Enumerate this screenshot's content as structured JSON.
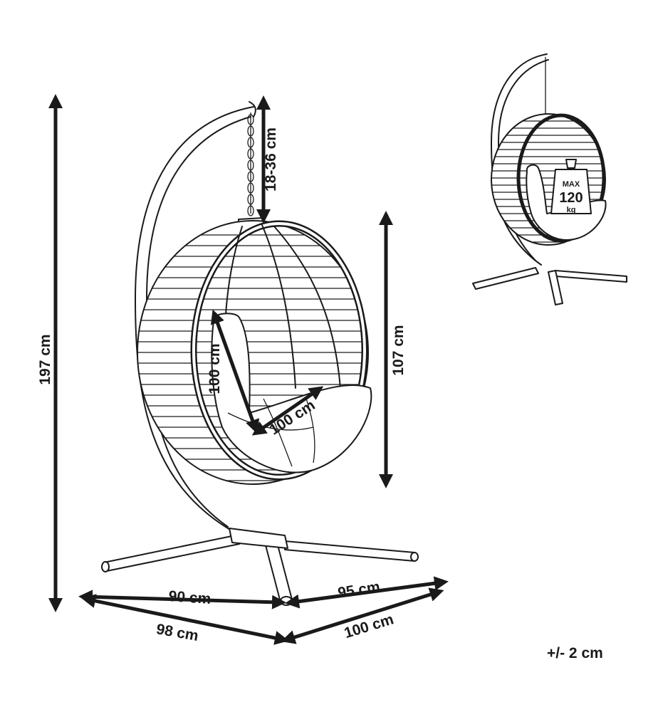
{
  "dimensions": {
    "total_height": "197 cm",
    "chain_length": "18-36 cm",
    "basket_height": "107 cm",
    "seat_height": "100 cm",
    "seat_width": "100 cm",
    "base_inner_left": "90 cm",
    "base_inner_right": "95 cm",
    "base_outer_left": "98 cm",
    "base_outer_right": "100 cm"
  },
  "load_badge": {
    "line1": "MAX",
    "line2": "120",
    "line3": "kg"
  },
  "tolerance": "+/- 2 cm"
}
